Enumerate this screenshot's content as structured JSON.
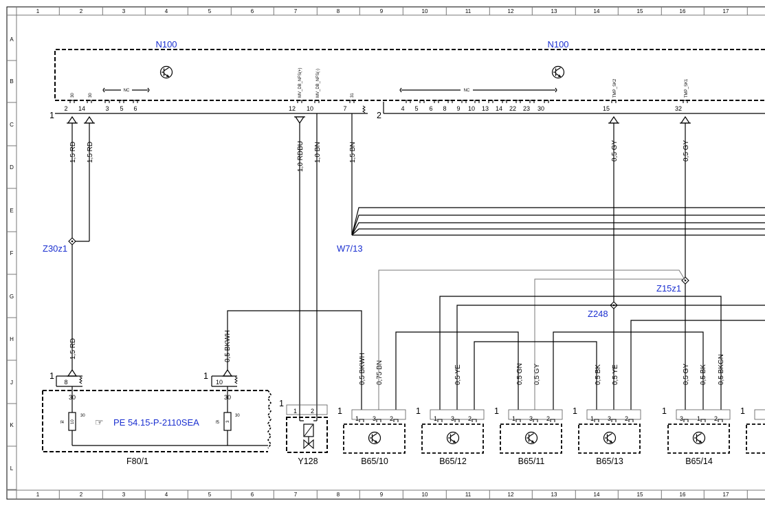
{
  "grid": {
    "columns": [
      "1",
      "2",
      "3",
      "4",
      "5",
      "6",
      "7",
      "8",
      "9",
      "10",
      "11",
      "12",
      "13",
      "14",
      "15",
      "16",
      "17"
    ],
    "rows": [
      "A",
      "B",
      "C",
      "D",
      "E",
      "F",
      "G",
      "H",
      "J",
      "K",
      "L"
    ]
  },
  "ecu": {
    "label_left": "N100",
    "label_right": "N100",
    "connector_1": "1",
    "connector_2": "2",
    "pin_names": {
      "p2": "30",
      "p14": "30",
      "nc_left": "NC",
      "p12": "MV_DB_NFS(+)",
      "p10": "MV_DB_NFS(-)",
      "p7": "31",
      "nc_right": "NC",
      "p15": "TMP_SK2",
      "p32": "TMP_SK1"
    },
    "pins_left": [
      "2",
      "14",
      "3",
      "5",
      "6",
      "12",
      "10",
      "7"
    ],
    "pins_right": [
      "4",
      "5",
      "6",
      "8",
      "9",
      "10",
      "13",
      "14",
      "22",
      "23",
      "30",
      "15",
      "32"
    ]
  },
  "wires": {
    "w_rd1": "1,5 RD",
    "w_rd2": "1,5 RD",
    "w_rdbu": "1,0 RDBU",
    "w_bn1": "1,0 BN",
    "w_bn2": "1,5 BN",
    "w_gy1": "0,5 GY",
    "w_gy2": "0,5 GY",
    "w_rd3": "1,5 RD",
    "w_bkwh1": "0,5 BKWH",
    "w_bkwh2": "0,5 BKWH",
    "w_bn3": "0,75 BN",
    "w_ye1": "0,5 YE",
    "w_gn": "0,5 GN",
    "w_gy3": "0,5 GY",
    "w_bk1": "0,5 BK",
    "w_ye2": "0,5 YE",
    "w_gy4": "0,5 GY",
    "w_bk2": "0,5 BK",
    "w_bkgn": "0,5 BKGN"
  },
  "splices": {
    "z30": "Z30z1",
    "w7": "W7/13",
    "z15": "Z15z1",
    "z248": "Z248"
  },
  "fuse_box": {
    "label": "F80/1",
    "connector": "1",
    "pin_a": "8",
    "pin_b": "10",
    "f4_name": "f4",
    "f4_pin": "10",
    "f5_name": "f5",
    "f5_pin": "3",
    "rating_a_top": "30",
    "rating_a_side": "30",
    "rating_b_top": "30",
    "rating_b_side": "30",
    "reference": "PE 54.15-P-2110SEA"
  },
  "valve": {
    "label": "Y128",
    "connector": "1",
    "pin1": "1",
    "pin2": "2"
  },
  "sensors": [
    {
      "label": "B65/10",
      "connector": "1",
      "pins": [
        "1",
        "3",
        "2"
      ]
    },
    {
      "label": "B65/12",
      "connector": "1",
      "pins": [
        "1",
        "3",
        "2"
      ]
    },
    {
      "label": "B65/11",
      "connector": "1",
      "pins": [
        "1",
        "3",
        "2"
      ]
    },
    {
      "label": "B65/13",
      "connector": "1",
      "pins": [
        "1",
        "3",
        "2"
      ]
    },
    {
      "label": "B65/14",
      "connector": "1",
      "pins": [
        "3",
        "1",
        "2"
      ]
    },
    {
      "connector": "1"
    }
  ]
}
